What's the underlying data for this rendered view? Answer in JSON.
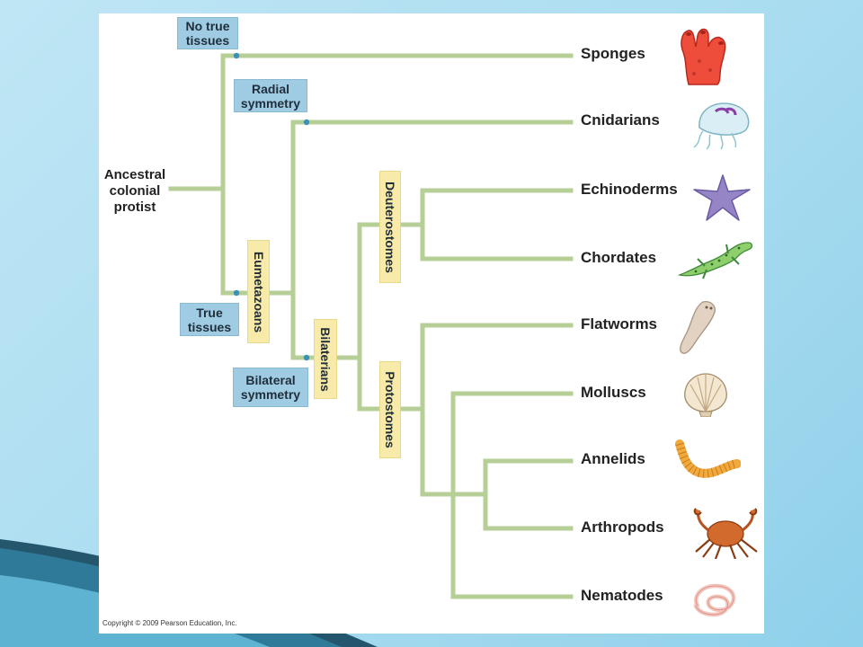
{
  "root_label": [
    "Ancestral",
    "colonial",
    "protist"
  ],
  "taxa": [
    "Sponges",
    "Cnidarians",
    "Echinoderms",
    "Chordates",
    "Flatworms",
    "Molluscs",
    "Annelids",
    "Arthropods",
    "Nematodes"
  ],
  "clade_boxes": {
    "no_true_tissues": [
      "No true",
      "tissues"
    ],
    "true_tissues": [
      "True",
      "tissues"
    ],
    "radial_symmetry": [
      "Radial",
      "symmetry"
    ],
    "bilateral_symmetry": [
      "Bilateral",
      "symmetry"
    ]
  },
  "clade_labels": {
    "eumetazoans": "Eumetazoans",
    "bilaterians": "Bilaterians",
    "deuterostomes": "Deuterostomes",
    "protostomes": "Protostomes"
  },
  "copyright": "Copyright © 2009 Pearson Education, Inc.",
  "colors": {
    "branch": "#b5cf96",
    "node_dot": "#3a90b5",
    "blue_box": "#9fcbe3",
    "yellow_box": "#f8eaa9",
    "background": "#a9dcf0"
  },
  "icons": [
    "sponge-icon",
    "jellyfish-icon",
    "starfish-icon",
    "gecko-icon",
    "flatworm-icon",
    "scallop-shell-icon",
    "segmented-worm-icon",
    "crab-icon",
    "roundworm-icon"
  ]
}
